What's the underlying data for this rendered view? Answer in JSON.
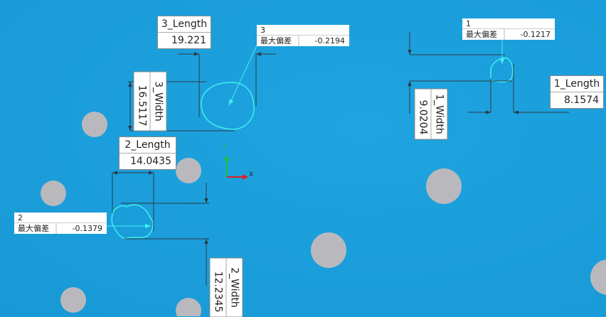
{
  "dimensions": {
    "length3": {
      "name": "3_Length",
      "value": "19.221"
    },
    "width3": {
      "name": "3_Width",
      "value": "16.5117"
    },
    "length1": {
      "name": "1_Length",
      "value": "8.1574"
    },
    "width1": {
      "name": "1_Width",
      "value": "9.0204"
    },
    "length2": {
      "name": "2_Length",
      "value": "14.0435"
    },
    "width2": {
      "name": "2_Width",
      "value": "12.2345"
    }
  },
  "deviations": {
    "d3": {
      "id": "3",
      "label": "最大偏差",
      "value": "-0.2194"
    },
    "d1": {
      "id": "1",
      "label": "最大偏差",
      "value": "-0.1217"
    },
    "d2": {
      "id": "2",
      "label": "最大偏差",
      "value": "-0.1379"
    }
  },
  "axes": {
    "x": "X",
    "y": "Y"
  },
  "colors": {
    "background": "#1a9edb",
    "contour": "#3ff0f0",
    "hole": "#b9b9bd",
    "x_axis": "#e02020",
    "y_axis": "#20c040"
  }
}
